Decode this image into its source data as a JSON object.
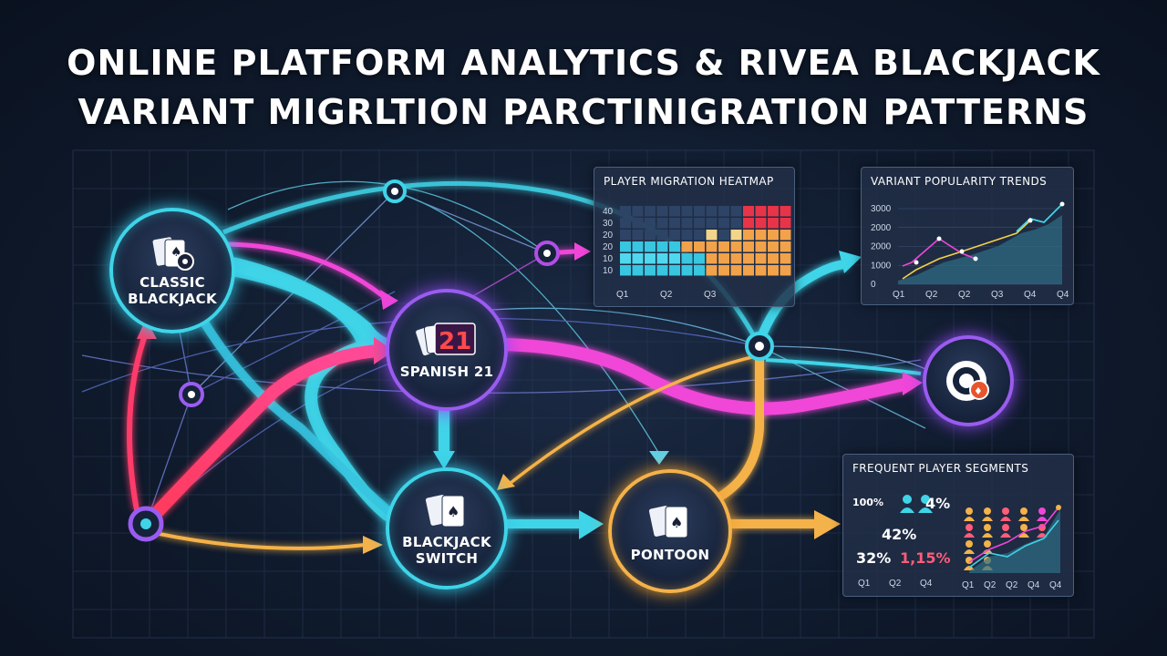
{
  "title": {
    "line1": "ONLINE PLATFORM ANALYTICS & RIVEA BLACKJACK",
    "line2": "VARIANT MIGRLTION PARCTINIGRATION PATTERNS"
  },
  "nodes": {
    "classic": "CLASSIC\nBLACKJACK",
    "classic_l1": "CLASSIC",
    "classic_l2": "BLACKJACK",
    "spanish": "SPANISH 21",
    "spanish_badge": "21",
    "switch_l1": "BLACKJACK",
    "switch_l2": "SWITCH",
    "pontoon": "PONTOON"
  },
  "heatmap": {
    "title": "PLAYER MIGRATION HEATMAP",
    "y_ticks": [
      "40",
      "30",
      "20",
      "20",
      "10",
      "10"
    ],
    "x_ticks": [
      "Q1",
      "Q2",
      "Q3"
    ],
    "colors": {
      "dark": "#2e4466",
      "teal": "#38c6e0",
      "cyan": "#4fd8ee",
      "orange": "#f2a24a",
      "cream": "#f3d58a",
      "red": "#e83448"
    }
  },
  "trends": {
    "title": "VARIANT POPULARITY TRENDS",
    "y_ticks": [
      "3000",
      "2000",
      "2000",
      "1000",
      "0"
    ],
    "x_ticks": [
      "Q1",
      "Q2",
      "Q2",
      "Q3",
      "Q4",
      "Q4"
    ]
  },
  "segments": {
    "title": "FREQUENT PLAYER SEGMENTS",
    "stat_a": "100%",
    "stat_b": "4%",
    "stat_c": "42%",
    "stat_d": "32%",
    "stat_e": "1,15%",
    "x_ticks_left": [
      "Q1",
      "Q2",
      "Q4"
    ],
    "x_ticks_right": [
      "Q1",
      "Q2",
      "Q2",
      "Q4",
      "Q4"
    ]
  },
  "colors": {
    "cyan": "#3fd4e8",
    "magenta": "#f046d8",
    "red": "#ff4a6a",
    "orange": "#f4b24a",
    "purple": "#9a5cf0"
  }
}
